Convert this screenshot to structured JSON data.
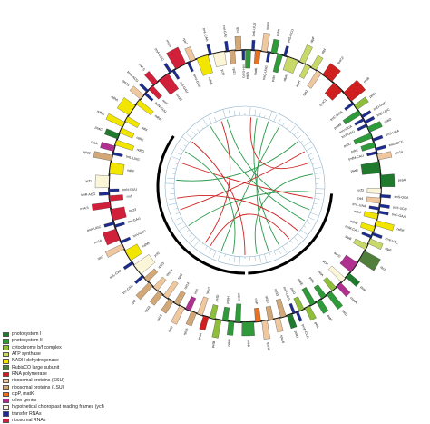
{
  "legend": [
    {
      "label": "photosystem I",
      "color": "#1f7a2e"
    },
    {
      "label": "photosystem II",
      "color": "#2f9a3a"
    },
    {
      "label": "cytochrome b/f complex",
      "color": "#8fbf3a"
    },
    {
      "label": "ATP synthase",
      "color": "#c8d96a"
    },
    {
      "label": "NADH dehydrogenase",
      "color": "#f2e600"
    },
    {
      "label": "RubisCO large subunit",
      "color": "#4f7f3a"
    },
    {
      "label": "RNA polymerase",
      "color": "#d01f1f"
    },
    {
      "label": "ribosomal proteins (SSU)",
      "color": "#f0c8a0"
    },
    {
      "label": "ribosomal proteins (LSU)",
      "color": "#d2a878"
    },
    {
      "label": "clpP, matK",
      "color": "#e87020"
    },
    {
      "label": "other genes",
      "color": "#b0308f"
    },
    {
      "label": "hypothetical chloroplast reading frames (ycf)",
      "color": "#fbf6d8"
    },
    {
      "label": "transfer RNAs",
      "color": "#1c2b8f"
    },
    {
      "label": "ribosomal RNAs",
      "color": "#d0203a"
    }
  ],
  "genes": [
    {
      "id": "psbA",
      "color": "#2f9a3a"
    },
    {
      "id": "trnK-UUU",
      "color": "#1c2b8f"
    },
    {
      "id": "matK",
      "color": "#e87020"
    },
    {
      "id": "rps16",
      "color": "#f0c8a0"
    },
    {
      "id": "trnQ-UUG",
      "color": "#1c2b8f"
    },
    {
      "id": "psbK",
      "color": "#2f9a3a"
    },
    {
      "id": "psbI",
      "color": "#2f9a3a"
    },
    {
      "id": "trnS-GCU",
      "color": "#1c2b8f"
    },
    {
      "id": "atpA",
      "color": "#c8d96a"
    },
    {
      "id": "atpF",
      "color": "#c8d96a"
    },
    {
      "id": "atpH",
      "color": "#c8d96a"
    },
    {
      "id": "atpI",
      "color": "#c8d96a"
    },
    {
      "id": "rps2",
      "color": "#f0c8a0"
    },
    {
      "id": "rpoC2",
      "color": "#d01f1f"
    },
    {
      "id": "rpoC1",
      "color": "#d01f1f"
    },
    {
      "id": "rpoB",
      "color": "#d01f1f"
    },
    {
      "id": "trnC-GCA",
      "color": "#1c2b8f"
    },
    {
      "id": "petN",
      "color": "#8fbf3a"
    },
    {
      "id": "psbM",
      "color": "#2f9a3a"
    },
    {
      "id": "trnD-GUC",
      "color": "#1c2b8f"
    },
    {
      "id": "trnY-GUA",
      "color": "#1c2b8f"
    },
    {
      "id": "trnE-UUC",
      "color": "#1c2b8f"
    },
    {
      "id": "trnT-GGU",
      "color": "#1c2b8f"
    },
    {
      "id": "psbD",
      "color": "#2f9a3a"
    },
    {
      "id": "psbC",
      "color": "#2f9a3a"
    },
    {
      "id": "trnS-UGA",
      "color": "#1c2b8f"
    },
    {
      "id": "psbZ",
      "color": "#2f9a3a"
    },
    {
      "id": "trnG-GCC",
      "color": "#1c2b8f"
    },
    {
      "id": "trnfM-CAU",
      "color": "#1c2b8f"
    },
    {
      "id": "rps14",
      "color": "#f0c8a0"
    },
    {
      "id": "psaB",
      "color": "#1f7a2e"
    },
    {
      "id": "psaA",
      "color": "#1f7a2e"
    },
    {
      "id": "ycf3",
      "color": "#fbf6d8"
    },
    {
      "id": "trnS-GGA",
      "color": "#1c2b8f"
    },
    {
      "id": "rps4",
      "color": "#f0c8a0"
    },
    {
      "id": "trnT-UGU",
      "color": "#1c2b8f"
    },
    {
      "id": "trnL-UAA",
      "color": "#1c2b8f"
    },
    {
      "id": "trnF-GAA",
      "color": "#1c2b8f"
    },
    {
      "id": "ndhJ",
      "color": "#f2e600"
    },
    {
      "id": "ndhK",
      "color": "#f2e600"
    },
    {
      "id": "ndhC",
      "color": "#f2e600"
    },
    {
      "id": "trnV-UAC",
      "color": "#1c2b8f"
    },
    {
      "id": "trnM-CAU",
      "color": "#1c2b8f"
    },
    {
      "id": "atpE",
      "color": "#c8d96a"
    },
    {
      "id": "atpB",
      "color": "#c8d96a"
    },
    {
      "id": "rbcL",
      "color": "#4f7f3a"
    },
    {
      "id": "accD",
      "color": "#b0308f"
    },
    {
      "id": "psaI",
      "color": "#1f7a2e"
    },
    {
      "id": "ycf4",
      "color": "#fbf6d8"
    },
    {
      "id": "cemA",
      "color": "#b0308f"
    },
    {
      "id": "petA",
      "color": "#8fbf3a"
    },
    {
      "id": "psbJ",
      "color": "#2f9a3a"
    },
    {
      "id": "psbL",
      "color": "#2f9a3a"
    },
    {
      "id": "psbF",
      "color": "#2f9a3a"
    },
    {
      "id": "psbE",
      "color": "#2f9a3a"
    },
    {
      "id": "petL",
      "color": "#8fbf3a"
    },
    {
      "id": "petG",
      "color": "#8fbf3a"
    },
    {
      "id": "trnW-CCA",
      "color": "#1c2b8f"
    },
    {
      "id": "trnP-UGG",
      "color": "#1c2b8f"
    },
    {
      "id": "psaJ",
      "color": "#1f7a2e"
    },
    {
      "id": "rpl33",
      "color": "#d2a878"
    },
    {
      "id": "rps18",
      "color": "#f0c8a0"
    },
    {
      "id": "rpl20",
      "color": "#d2a878"
    },
    {
      "id": "rps12",
      "color": "#f0c8a0"
    },
    {
      "id": "clpP",
      "color": "#e87020"
    },
    {
      "id": "psbB",
      "color": "#2f9a3a"
    },
    {
      "id": "psbT",
      "color": "#2f9a3a"
    },
    {
      "id": "psbN",
      "color": "#2f9a3a"
    },
    {
      "id": "psbH",
      "color": "#2f9a3a"
    },
    {
      "id": "petB",
      "color": "#8fbf3a"
    },
    {
      "id": "petD",
      "color": "#8fbf3a"
    },
    {
      "id": "rpoA",
      "color": "#d01f1f"
    },
    {
      "id": "rps11",
      "color": "#f0c8a0"
    },
    {
      "id": "rpl36",
      "color": "#d2a878"
    },
    {
      "id": "infA",
      "color": "#b0308f"
    },
    {
      "id": "rps8",
      "color": "#f0c8a0"
    },
    {
      "id": "rpl14",
      "color": "#d2a878"
    },
    {
      "id": "rpl16",
      "color": "#d2a878"
    },
    {
      "id": "rps3",
      "color": "#f0c8a0"
    },
    {
      "id": "rpl22",
      "color": "#d2a878"
    },
    {
      "id": "rps19",
      "color": "#f0c8a0"
    },
    {
      "id": "rpl2",
      "color": "#d2a878"
    },
    {
      "id": "rpl23",
      "color": "#d2a878"
    },
    {
      "id": "trnI-CAU",
      "color": "#1c2b8f"
    },
    {
      "id": "ycf2",
      "color": "#fbf6d8"
    },
    {
      "id": "trnL-CAA",
      "color": "#1c2b8f"
    },
    {
      "id": "ndhB",
      "color": "#f2e600"
    },
    {
      "id": "rps7",
      "color": "#f0c8a0"
    },
    {
      "id": "trnV-GAC",
      "color": "#1c2b8f"
    },
    {
      "id": "rrn16",
      "color": "#d0203a"
    },
    {
      "id": "trnI-GAU",
      "color": "#1c2b8f"
    },
    {
      "id": "trnA-UGC",
      "color": "#1c2b8f"
    },
    {
      "id": "rrn23",
      "color": "#d0203a"
    },
    {
      "id": "rrn4.5",
      "color": "#d0203a"
    },
    {
      "id": "rrn5",
      "color": "#d0203a"
    },
    {
      "id": "trnR-ACG",
      "color": "#1c2b8f"
    },
    {
      "id": "trnN-GUU",
      "color": "#1c2b8f"
    },
    {
      "id": "ycf1",
      "color": "#fbf6d8"
    },
    {
      "id": "ndhF",
      "color": "#f2e600"
    },
    {
      "id": "rpl32",
      "color": "#d2a878"
    },
    {
      "id": "trnL-UAG",
      "color": "#1c2b8f"
    },
    {
      "id": "ccsA",
      "color": "#b0308f"
    },
    {
      "id": "ndhD",
      "color": "#f2e600"
    },
    {
      "id": "psaC",
      "color": "#1f7a2e"
    },
    {
      "id": "ndhE",
      "color": "#f2e600"
    },
    {
      "id": "ndhG",
      "color": "#f2e600"
    },
    {
      "id": "ndhI",
      "color": "#f2e600"
    },
    {
      "id": "ndhA",
      "color": "#f2e600"
    },
    {
      "id": "ndhH",
      "color": "#f2e600"
    },
    {
      "id": "rps15",
      "color": "#f0c8a0"
    },
    {
      "id": "trnN-GUU",
      "color": "#1c2b8f"
    },
    {
      "id": "trnR-ACG",
      "color": "#1c2b8f"
    },
    {
      "id": "rrn5",
      "color": "#d0203a"
    },
    {
      "id": "rrn4.5",
      "color": "#d0203a"
    },
    {
      "id": "rrn23",
      "color": "#d0203a"
    },
    {
      "id": "trnA-UGC",
      "color": "#1c2b8f"
    },
    {
      "id": "trnI-GAU",
      "color": "#1c2b8f"
    },
    {
      "id": "rrn16",
      "color": "#d0203a"
    },
    {
      "id": "trnV-GAC",
      "color": "#1c2b8f"
    },
    {
      "id": "rps7",
      "color": "#f0c8a0"
    },
    {
      "id": "ndhB",
      "color": "#f2e600"
    },
    {
      "id": "trnL-CAA",
      "color": "#1c2b8f"
    },
    {
      "id": "ycf2",
      "color": "#fbf6d8"
    },
    {
      "id": "trnI-CAU",
      "color": "#1c2b8f"
    },
    {
      "id": "rpl23",
      "color": "#d2a878"
    },
    {
      "id": "rpl2",
      "color": "#d2a878"
    },
    {
      "id": "trnH-GUG",
      "color": "#1c2b8f"
    }
  ]
}
